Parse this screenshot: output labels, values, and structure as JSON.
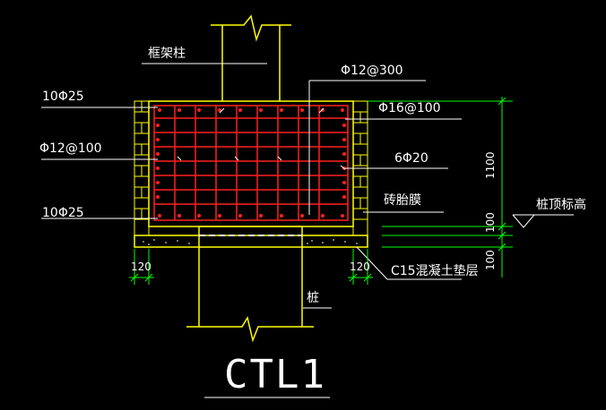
{
  "labels": {
    "frame_column": "框架柱",
    "top_bars": "10Φ25",
    "stirrup_top": "Φ12@300",
    "hoop": "Φ16@100",
    "side_bars_left": "Φ12@100",
    "side_bars_right": "6Φ20",
    "brick_mold": "砖胎膜",
    "bottom_bars": "10Φ25",
    "pile_top_elevation": "桩顶标高",
    "pile": "桩",
    "cushion": "C15混凝土垫层"
  },
  "dimensions": {
    "left_wall": "120",
    "right_wall": "120",
    "height_main": "1100",
    "height_mid": "100",
    "height_bottom": "100"
  },
  "title": "CTL1",
  "colors": {
    "background": "#000000",
    "outline": "#ffff00",
    "rebar": "#ff2020",
    "dimension": "#00ff00",
    "text": "#ffffff"
  }
}
